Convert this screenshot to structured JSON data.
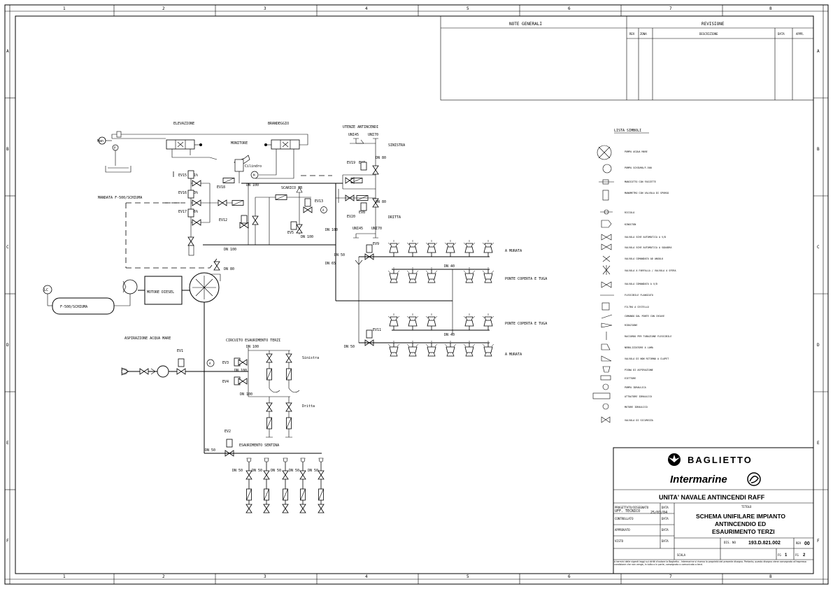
{
  "frame": {
    "columns": [
      "1",
      "2",
      "3",
      "4",
      "5",
      "6",
      "7",
      "8"
    ],
    "rows": [
      "A",
      "B",
      "C",
      "D",
      "E",
      "F"
    ]
  },
  "header": {
    "notes_title": "NOTE GENERALI",
    "revision_title": "REVISIONE",
    "rev": "REV",
    "zona": "ZONA",
    "descrizione": "DESCRIZIONE",
    "data": "DATA",
    "appr": "APPR."
  },
  "diagram": {
    "elevazione": "ELEVAZIONE",
    "brandeggio": "BRANDEGGIO",
    "monitore": "MONITORE",
    "cilindro": "Cilindro",
    "man": "Man",
    "ev15": "EV15",
    "pct1": "1%",
    "ev16": "EV16",
    "pct3": "3%",
    "ev17": "EV17",
    "pct6": "6%",
    "ev18": "EV18",
    "ev12": "EV12",
    "ev13": "EV13",
    "ev5": "EV5",
    "scarico_fb": "SCARICO FB",
    "mandata": "MANDATA F-500/SCHIUMA",
    "motore_diesel": "MOTORE DIESEL",
    "lc": "LC",
    "tank": "F-500/SCHIUMA",
    "aspirazione": "ASPIRAZIONE ACQUA MARE",
    "ev1": "EV1",
    "a_label": "A",
    "dn100": "DN 100",
    "dn80": "DN 80",
    "dn65": "DN 65",
    "dn50": "DN 50",
    "dn40": "DN 40",
    "utenze": "UTENZE ANTINCENDI",
    "uni45": "UNI45",
    "uni70": "UNI70",
    "sinistra": "SINISTRA",
    "dritta": "DRITTA",
    "ev19": "EV19",
    "ev7": "EV7",
    "ev20": "EV20",
    "ev8": "EV8",
    "ev9": "EV9",
    "ev11": "EV11",
    "a_murata": "A MURATA",
    "ponte": "PONTE COPERTA E TUGA",
    "circuito": "CIRCUITO ESAURIMENTO TERZI",
    "ev3": "EV3",
    "ev4": "EV4",
    "sinistra_lc": "Sinistra",
    "dritta_lc": "Dritta",
    "ev2": "EV2",
    "esaurimento": "ESAURIMENTO SENTINA"
  },
  "legend": {
    "title": "LISTA SIMBOLI",
    "items": [
      "POMPA ACQUA MARE",
      "POMPA SCHIUMA/F-500",
      "MANICOTTO CON FASCETTE",
      "MANOMETRO CON VALVOLA DI SPURGO",
      "RICCOLO",
      "KINGSTON",
      "VALVOLA SCHE AUTOMATICA A V/D",
      "VALVOLA SCHE AUTOMATICA A SQUADRA",
      "VALVOLA COMANDATA AD ANGOLO",
      "VALVOLA A FARFALLA / VALVOLA A SFERA",
      "VALVOLA COMANDATA A V/D",
      "FLESSIBILE FLANGIATO",
      "FILTRO A CESTELLO",
      "COMANDO DAL PONTE CON CHIAVE",
      "RIDUZIONE",
      "RACCORDO PER TUBAZIONE FLESSIBILE",
      "NEBULIZZATORE A LAMA",
      "VALVOLA DI NON RITORNO A CLAPET",
      "PIGNA DI ASPIRAZIONE",
      "EIETTORE",
      "POMPA IDRAULICA",
      "ATTUATORE IDRAULICO",
      "MOTORE IDRAULICO",
      "VALVOLA DI SICUREZZA"
    ]
  },
  "title_block": {
    "company": "BAGLIETTO",
    "company2": "Intermarine",
    "vessel": "UNITA' NAVALE ANTINCENDI RAFF",
    "progettato": "PROGETTATO/DISEGNATO",
    "uff": "UFF. TECNICO",
    "data_label": "DATA",
    "data_value": "25/03/04",
    "controllato": "CONTROLLATO",
    "approvato": "APPROVATO",
    "visto": "VISTO",
    "titolo_label": "TITOLO",
    "title_line1": "SCHEMA UNIFILARE IMPIANTO",
    "title_line2": "ANTINCENDIO ED",
    "title_line3": "ESAURIMENTO TERZI",
    "dis_no_label": "DIS. NO",
    "dis_no": "193.D.821.002",
    "rev_label": "REV",
    "rev_value": "00",
    "scala_label": "SCALA",
    "fg_label": "FG",
    "fg_value": "1",
    "fg_total": "2",
    "legal": "A termini delle vigenti leggi sui diritti d'autore la Baglietto - Intermarine si riserva la proprietà del presente disegno. Pertanto, questo disegno viene consegnato all'espressa condizione che non venga, in tutto o in parte, consegnato o comunicato a terzi."
  }
}
